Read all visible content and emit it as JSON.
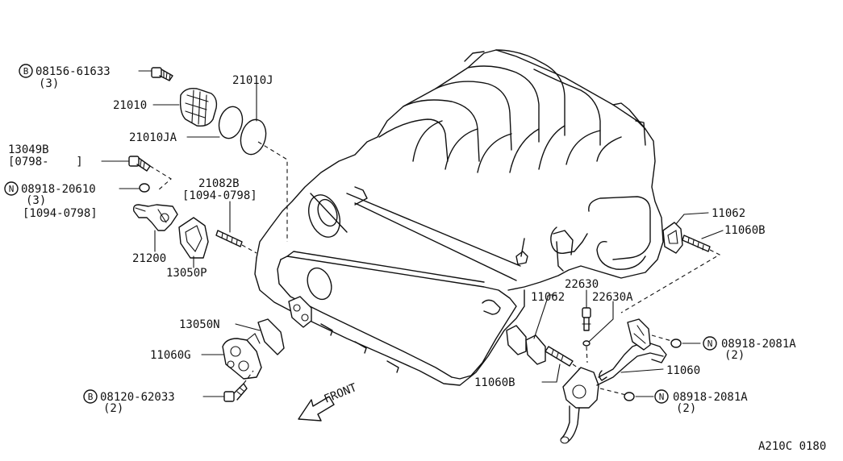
{
  "labels": {
    "p_08156": "08156-61633",
    "p_08156_qty": "(3)",
    "p_21010": "21010",
    "p_21010J": "21010J",
    "p_21010JA": "21010JA",
    "p_13049B": "13049B",
    "p_13049B_range": "[0798-    ]",
    "p_08918_20610": "08918-20610",
    "p_08918_20610_qty": "(3)",
    "p_08918_20610_range": "[1094-0798]",
    "p_21082B": "21082B",
    "p_21082B_range": "[1094-0798]",
    "p_21200": "21200",
    "p_13050P": "13050P",
    "p_13050N": "13050N",
    "p_11060G": "11060G",
    "p_08120": "08120-62033",
    "p_08120_qty": "(2)",
    "front": "FRONT",
    "p_11062_r": "11062",
    "p_11060B_r": "11060B",
    "p_22630": "22630",
    "p_22630A": "22630A",
    "p_11062_c": "11062",
    "p_11060B_c": "11060B",
    "p_08918_2081A_1": "08918-2081A",
    "p_08918_2081A_1_qty": "(2)",
    "p_11060": "11060",
    "p_08918_2081A_2": "08918-2081A",
    "p_08918_2081A_2_qty": "(2)",
    "diagram_code": "A210C 0180"
  },
  "markers": {
    "bolt": "B",
    "nut": "N"
  }
}
